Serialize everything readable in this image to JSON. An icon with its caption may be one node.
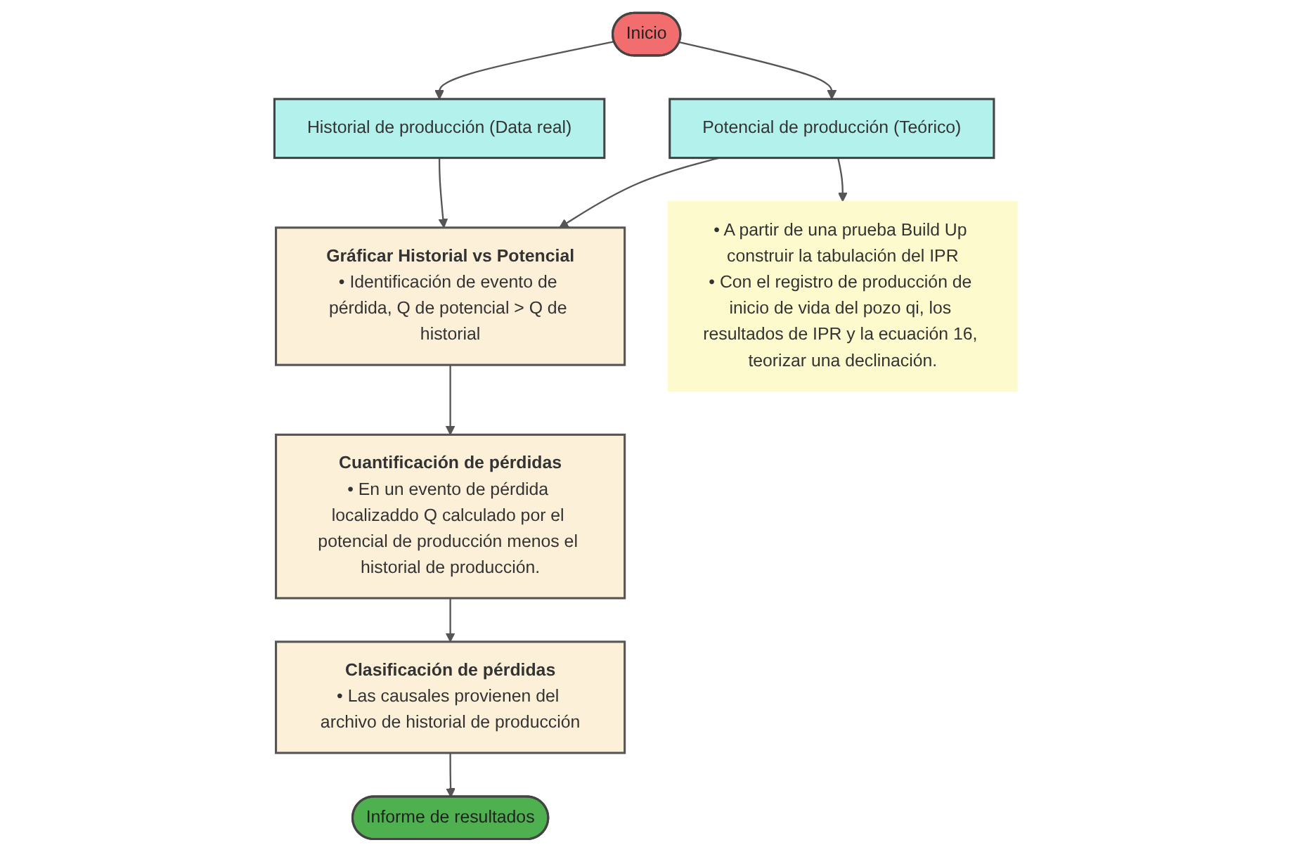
{
  "diagram": {
    "nodes": [
      {
        "text": [
          "Inicio"
        ]
      },
      {
        "text": [
          "Historial de producción (Data real)"
        ]
      },
      {
        "text": [
          "Potencial de producción (Teórico)"
        ]
      },
      {
        "text": [
          "• A partir de una prueba Build Up construir la tabulación del IPR",
          "• Con el registro de producción de inicio de vida del pozo qi, los resultados de IPR y la ecuación 16, teorizar una declinación."
        ]
      },
      {
        "text": [
          "Gráficar Historial vs Potencial",
          "• Identificación de evento de pérdida, Q de potencial > Q de historial"
        ]
      },
      {
        "text": [
          "Cuantificación de pérdidas",
          "• En un evento de pérdida localizaddo Q calculado por el potencial de producción menos el historial de producción."
        ]
      },
      {
        "text": [
          "Clasificación de pérdidas",
          "• Las causales provienen del archivo de historial de producción"
        ]
      },
      {
        "text": [
          "Informe de resultados"
        ]
      }
    ],
    "edges": [
      {
        "from": 0,
        "to": 1,
        "arrow": "to"
      },
      {
        "from": 0,
        "to": 2,
        "arrow": "to"
      },
      {
        "from": 1,
        "to": 4,
        "arrow": "to"
      },
      {
        "from": 2,
        "to": 4,
        "arrow": "to"
      },
      {
        "from": 2,
        "to": 3,
        "arrow": "to"
      },
      {
        "from": 4,
        "to": 5,
        "arrow": "to"
      },
      {
        "from": 5,
        "to": 6,
        "arrow": "to"
      },
      {
        "from": 6,
        "to": 7,
        "arrow": "to"
      }
    ]
  }
}
